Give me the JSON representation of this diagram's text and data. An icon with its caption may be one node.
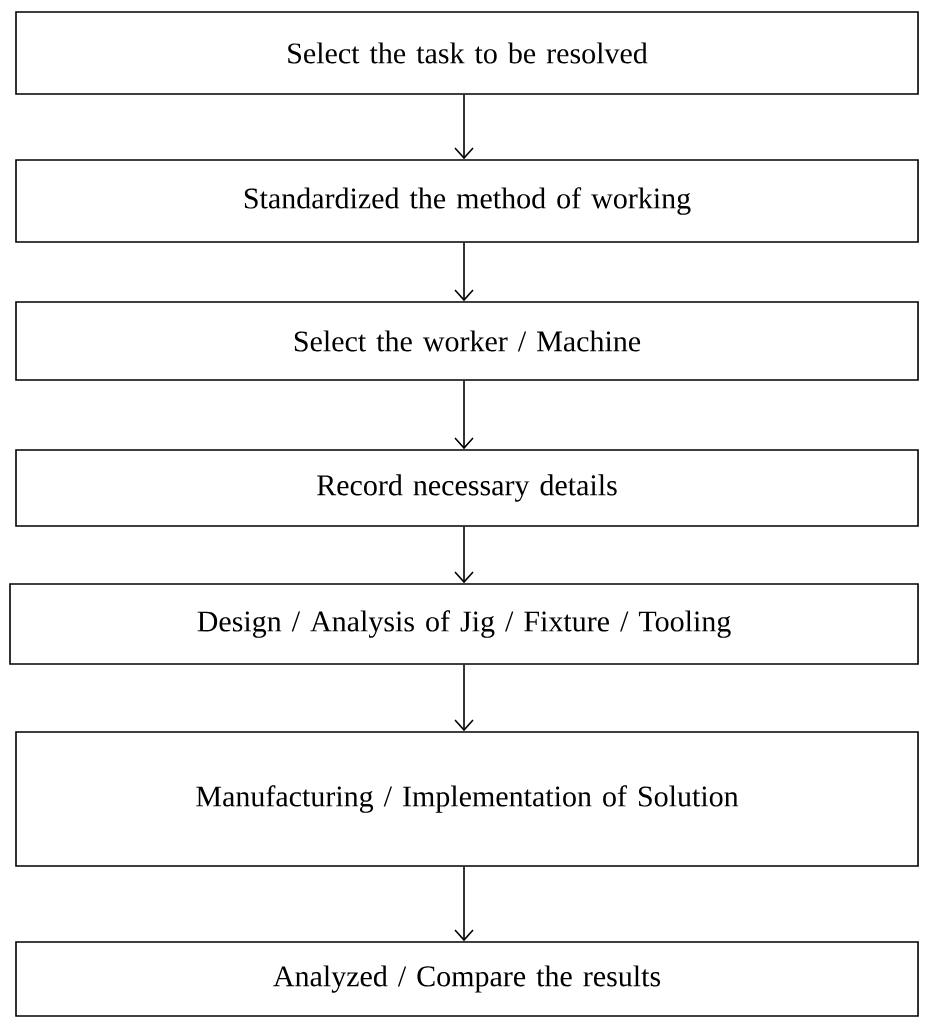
{
  "diagram": {
    "nodes": [
      {
        "text": [
          "Select the task to be resolved"
        ]
      },
      {
        "text": [
          "Standardized the method of working"
        ]
      },
      {
        "text": [
          "Select the worker / Machine"
        ]
      },
      {
        "text": [
          "Record necessary details"
        ]
      },
      {
        "text": [
          "Design / Analysis of Jig / Fixture / Tooling"
        ]
      },
      {
        "text": [
          "Manufacturing / Implementation of Solution"
        ]
      },
      {
        "text": [
          "Analyzed / Compare the results"
        ]
      }
    ],
    "edges": [
      {
        "from": 0,
        "to": 1,
        "arrow": "to"
      },
      {
        "from": 1,
        "to": 2,
        "arrow": "to"
      },
      {
        "from": 2,
        "to": 3,
        "arrow": "to"
      },
      {
        "from": 3,
        "to": 4,
        "arrow": "to"
      },
      {
        "from": 4,
        "to": 5,
        "arrow": "to"
      },
      {
        "from": 5,
        "to": 6,
        "arrow": "to"
      }
    ]
  }
}
